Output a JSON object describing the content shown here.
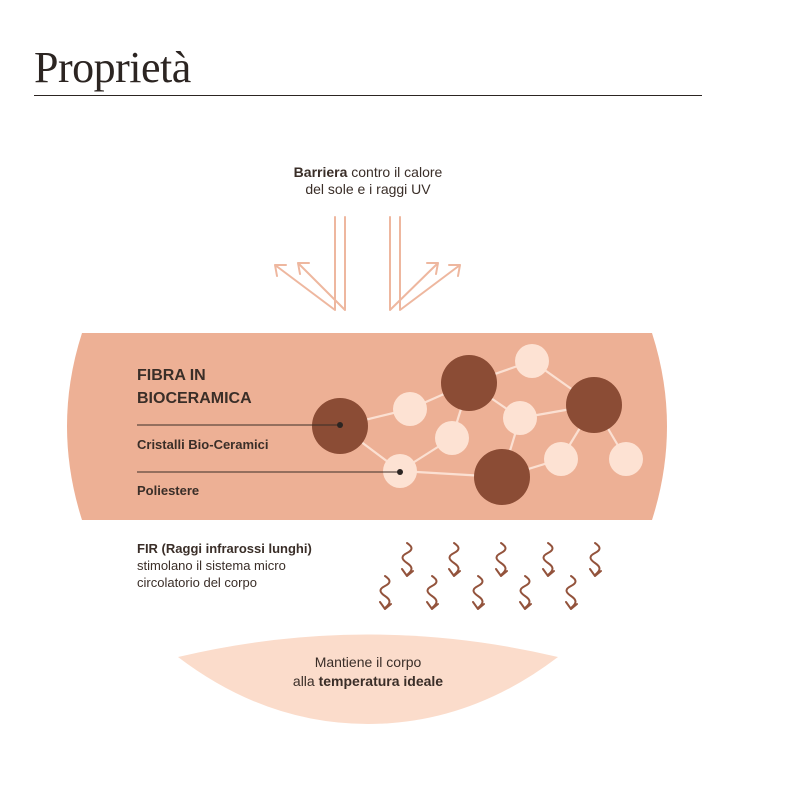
{
  "page": {
    "title": "Proprietà"
  },
  "barrier": {
    "bold": "Barriera",
    "rest": " contro il calore",
    "line2": "del sole e i raggi UV"
  },
  "fiber": {
    "title_line1": "FIBRA IN",
    "title_line2": "BIOCERAMICA",
    "label_crystals": "Cristalli Bio-Ceramici",
    "label_polyester": "Poliestere"
  },
  "fir": {
    "bold": "FIR (Raggi infrarossi lunghi)",
    "line2": "stimolano il sistema micro",
    "line3": "circolatorio del corpo"
  },
  "body": {
    "line1": "Mantiene il corpo",
    "line2_normal": "alla ",
    "line2_bold": "temperatura ideale"
  },
  "colors": {
    "band": "#edb095",
    "dark_node": "#8b4c35",
    "light_node": "#fde2d3",
    "arrow": "#eeb79f",
    "wave": "#93533c",
    "dome": "#fbdccb",
    "text": "#3a2e28"
  }
}
